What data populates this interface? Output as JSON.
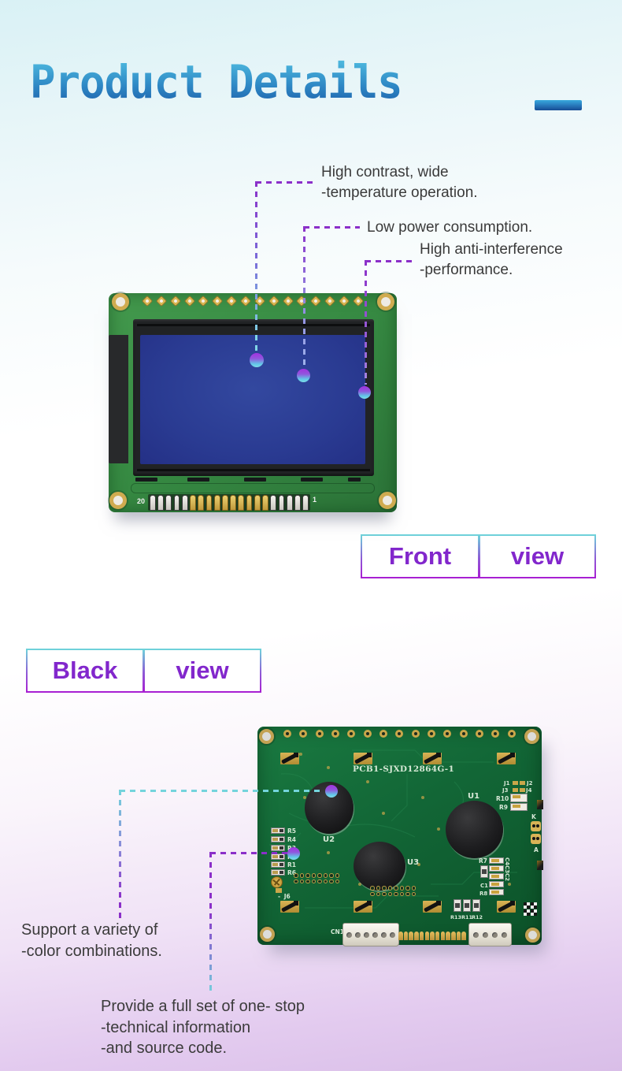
{
  "title": "Product Details",
  "callouts_front": [
    {
      "lines": [
        "High contrast, wide",
        "-temperature operation."
      ]
    },
    {
      "lines": [
        "Low power consumption."
      ]
    },
    {
      "lines": [
        "High anti-interference",
        "-performance."
      ]
    }
  ],
  "callouts_back": [
    {
      "lines": [
        "Support a variety of",
        "-color combinations."
      ]
    },
    {
      "lines": [
        "Provide a full set of one- stop",
        "-technical information",
        "-and source code."
      ]
    }
  ],
  "view_labels": {
    "front_left": "Front",
    "front_right": "view",
    "back_left": "Black",
    "back_right": "view"
  },
  "front_board": {
    "pin_first_label": "20",
    "pin_last_label": "1",
    "top_pin_count": 16,
    "bottom_pin_count": 20
  },
  "back_board": {
    "silkscreen_title": "PCB1-SJXD12864G-1",
    "top_pin_count": 15,
    "ic_labels": {
      "u1": "U1",
      "u2": "U2",
      "u3": "U3"
    },
    "left_resistors": [
      "R5",
      "R4",
      "R3",
      "R2",
      "R1",
      "R6"
    ],
    "jumper_label": "J6",
    "top_right_jumpers": [
      "J1",
      "J2",
      "J3",
      "J4"
    ],
    "right_resistors": [
      "R10",
      "R9"
    ],
    "backlight_pins": {
      "cathode": "K",
      "anode": "A"
    },
    "caps_block_label": "R7",
    "caps": [
      "C4",
      "C3",
      "C2"
    ],
    "caps2": [
      "C1",
      "R8"
    ],
    "bottom_resistors": [
      "R13",
      "R11",
      "R12"
    ],
    "connector_label": "CN1",
    "connector1_pins": 6,
    "connector2_pins": 4,
    "pad_row_count": 13
  },
  "colors": {
    "accent_purple": "#8b2fc9",
    "accent_cyan": "#74d4dc",
    "title_blue_top": "#55c3e4",
    "title_blue_bottom": "#1c5ca8",
    "front_pcb_green": "#378b43",
    "back_pcb_green": "#126636",
    "lcd_blue": "#2a3b92",
    "bg_top": "#d9f1f5",
    "bg_bottom": "#d9bee8"
  }
}
